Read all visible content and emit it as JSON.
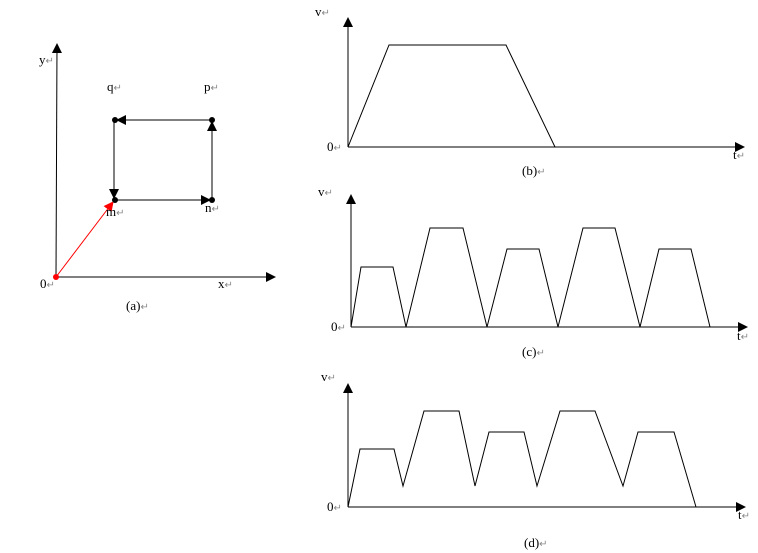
{
  "colors": {
    "line": "#000000",
    "vector": "#ff0000",
    "return_mark": "#888888"
  },
  "return_mark": "↵",
  "panel_a": {
    "caption": "(a)",
    "axis_y": "y",
    "axis_x": "x",
    "origin": "0",
    "points": {
      "m": "m",
      "n": "n",
      "p": "p",
      "q": "q"
    }
  },
  "panel_b": {
    "caption": "(b)",
    "axis_v": "v",
    "axis_t": "t",
    "origin": "0"
  },
  "panel_c": {
    "caption": "(c)",
    "axis_v": "v",
    "axis_t": "t",
    "origin": "0"
  },
  "panel_d": {
    "caption": "(d)",
    "axis_v": "v",
    "axis_t": "t",
    "origin": "0"
  }
}
